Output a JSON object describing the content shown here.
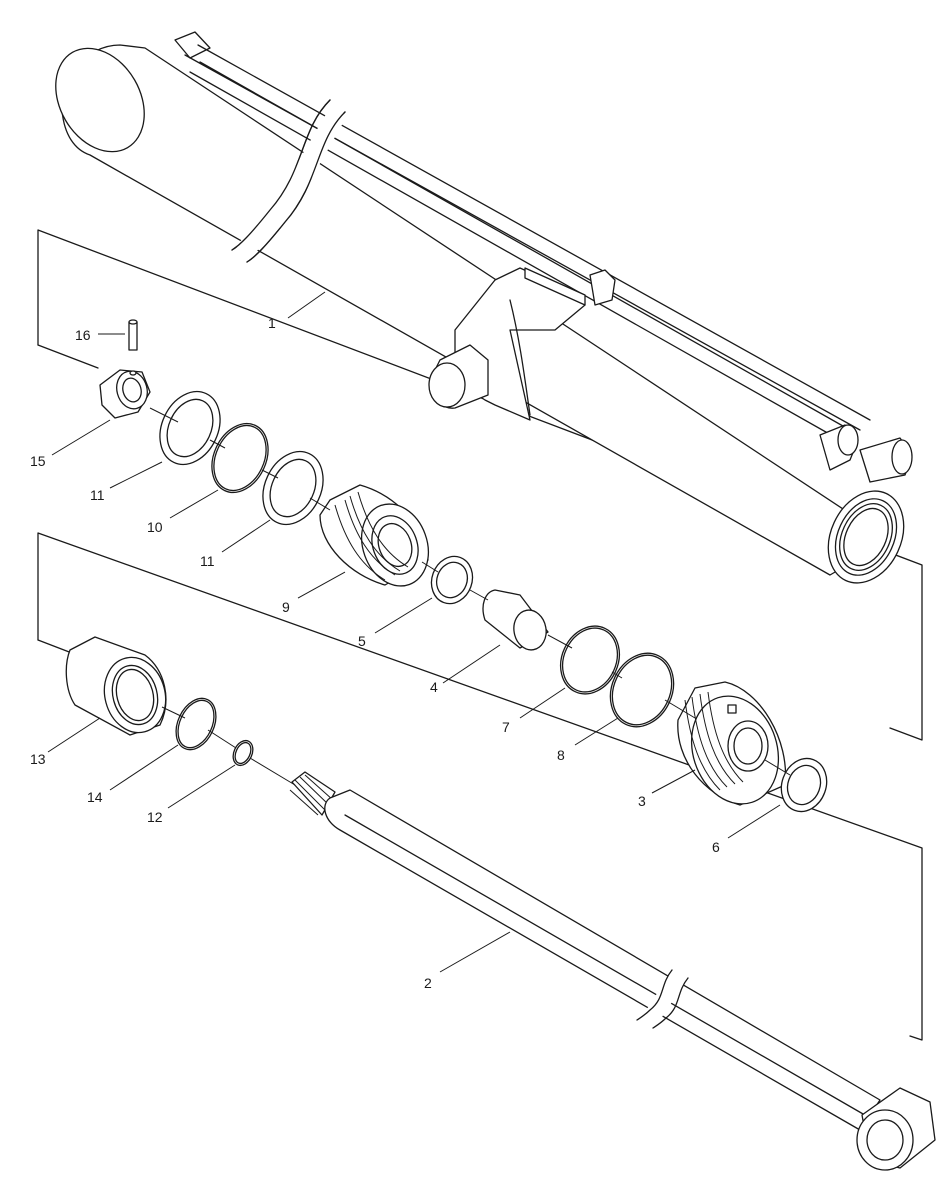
{
  "callouts": {
    "c1": "1",
    "c2": "2",
    "c3": "3",
    "c4": "4",
    "c5": "5",
    "c6": "6",
    "c7": "7",
    "c8": "8",
    "c9": "9",
    "c10": "10",
    "c11a": "11",
    "c11b": "11",
    "c12": "12",
    "c13": "13",
    "c14": "14",
    "c15": "15",
    "c16": "16"
  }
}
